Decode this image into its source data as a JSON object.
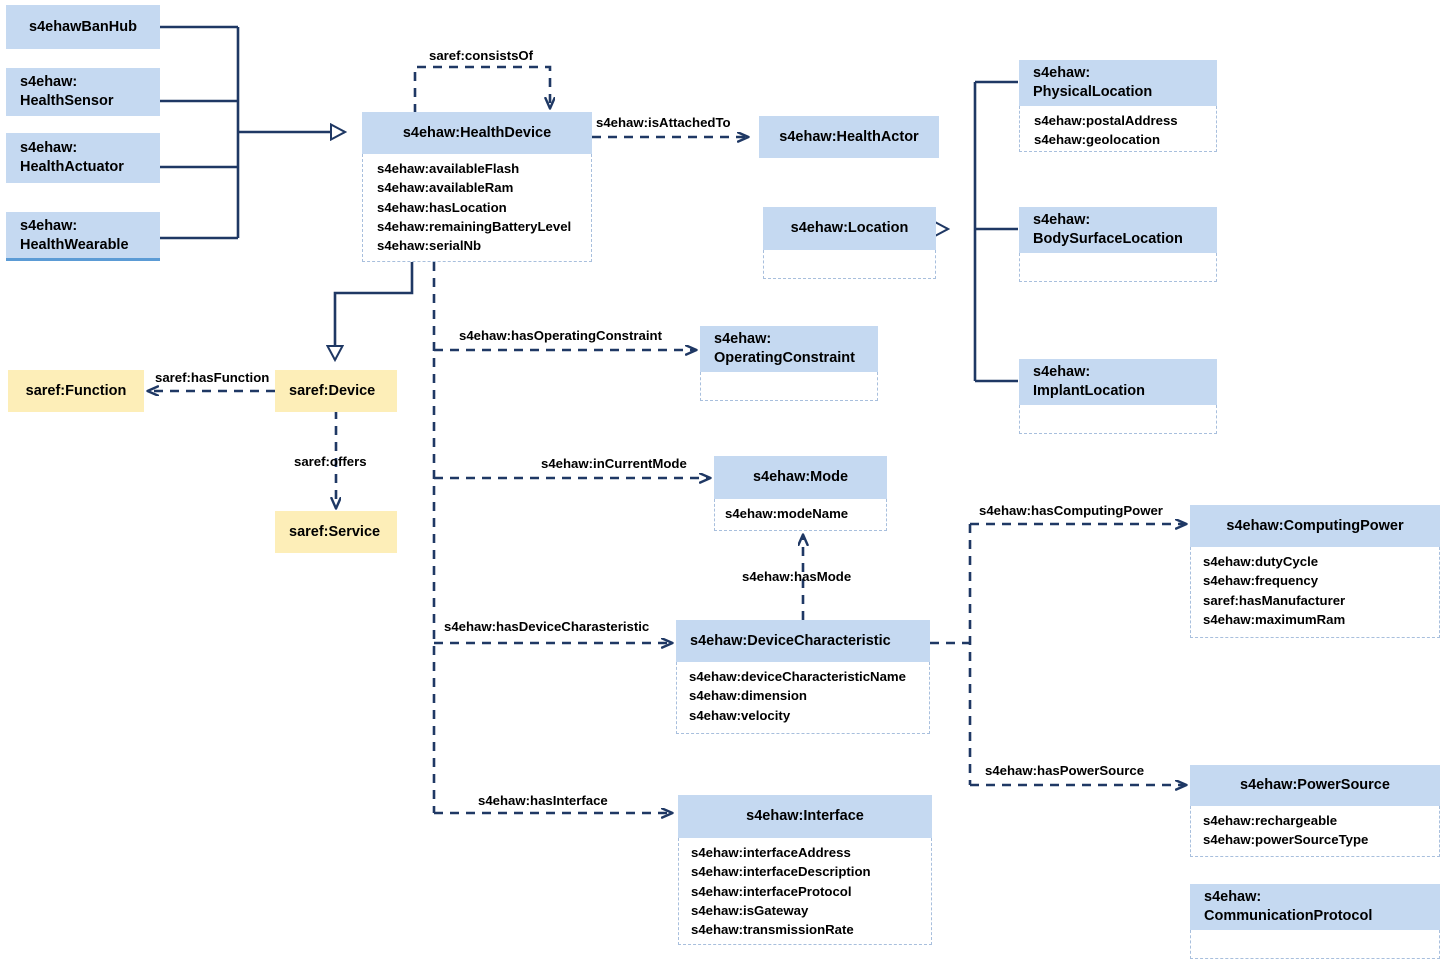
{
  "diagram": {
    "title": "s4ehaw ontology class diagram",
    "colors": {
      "class_header_fill": "#c5d9f1",
      "class_attr_border": "#a8bfdd",
      "saref_fill": "#fdeeb8",
      "line": "#1f3864",
      "background": "#ffffff"
    },
    "classes": [
      {
        "id": "banhub",
        "name_lines": [
          "s4ehawBanHub"
        ],
        "align": "center",
        "attributes": []
      },
      {
        "id": "health_sensor",
        "name_lines": [
          "s4ehaw:",
          "HealthSensor"
        ],
        "align": "left",
        "attributes": []
      },
      {
        "id": "health_actuator",
        "name_lines": [
          "s4ehaw:",
          "HealthActuator"
        ],
        "align": "left",
        "attributes": []
      },
      {
        "id": "health_wearable",
        "name_lines": [
          "s4ehaw:",
          "HealthWearable"
        ],
        "align": "left",
        "attributes": []
      },
      {
        "id": "health_device",
        "name_lines": [
          "s4ehaw:HealthDevice"
        ],
        "align": "center",
        "attributes": [
          "s4ehaw:availableFlash",
          "s4ehaw:availableRam",
          "s4ehaw:hasLocation",
          "s4ehaw:remainingBatteryLevel",
          "s4ehaw:serialNb"
        ]
      },
      {
        "id": "health_actor",
        "name_lines": [
          "s4ehaw:HealthActor"
        ],
        "align": "center",
        "attributes": []
      },
      {
        "id": "location",
        "name_lines": [
          "s4ehaw:Location"
        ],
        "align": "center",
        "attributes": []
      },
      {
        "id": "physical_location",
        "name_lines": [
          "s4ehaw:",
          "PhysicalLocation"
        ],
        "align": "left",
        "attributes": [
          "s4ehaw:postalAddress",
          "s4ehaw:geolocation"
        ]
      },
      {
        "id": "body_surface_location",
        "name_lines": [
          "s4ehaw:",
          "BodySurfaceLocation"
        ],
        "align": "left",
        "attributes": []
      },
      {
        "id": "implant_location",
        "name_lines": [
          "s4ehaw:",
          "ImplantLocation"
        ],
        "align": "left",
        "attributes": []
      },
      {
        "id": "operating_constraint",
        "name_lines": [
          "s4ehaw:",
          "OperatingConstraint"
        ],
        "align": "left",
        "attributes": []
      },
      {
        "id": "mode",
        "name_lines": [
          "s4ehaw:Mode"
        ],
        "align": "center",
        "attributes": [
          "s4ehaw:modeName"
        ]
      },
      {
        "id": "device_characteristic",
        "name_lines": [
          "s4ehaw:DeviceCharacteristic"
        ],
        "align": "left",
        "attributes": [
          "s4ehaw:deviceCharacteristicName",
          "s4ehaw:dimension",
          "s4ehaw:velocity"
        ]
      },
      {
        "id": "computing_power",
        "name_lines": [
          "s4ehaw:ComputingPower"
        ],
        "align": "center",
        "attributes": [
          "s4ehaw:dutyCycle",
          "s4ehaw:frequency",
          "saref:hasManufacturer",
          "s4ehaw:maximumRam"
        ]
      },
      {
        "id": "interface",
        "name_lines": [
          "s4ehaw:Interface"
        ],
        "align": "center",
        "attributes": [
          "s4ehaw:interfaceAddress",
          "s4ehaw:interfaceDescription",
          "s4ehaw:interfaceProtocol",
          "s4ehaw:isGateway",
          "s4ehaw:transmissionRate"
        ]
      },
      {
        "id": "power_source",
        "name_lines": [
          "s4ehaw:PowerSource"
        ],
        "align": "center",
        "attributes": [
          "s4ehaw:rechargeable",
          "s4ehaw:powerSourceType"
        ]
      },
      {
        "id": "communication_protocol",
        "name_lines": [
          "s4ehaw:",
          "CommunicationProtocol"
        ],
        "align": "left",
        "attributes": []
      }
    ],
    "saref_classes": [
      {
        "id": "saref_function",
        "label": "saref:Function",
        "align": "center"
      },
      {
        "id": "saref_device",
        "label": "saref:Device",
        "align": "left"
      },
      {
        "id": "saref_service",
        "label": "saref:Service",
        "align": "left"
      }
    ],
    "relations": [
      {
        "id": "consists_of",
        "label": "saref:consistsOf",
        "kind": "dashed-arrow"
      },
      {
        "id": "is_attached_to",
        "label": "s4ehaw:isAttachedTo",
        "kind": "dashed-arrow"
      },
      {
        "id": "has_function",
        "label": "saref:hasFunction",
        "kind": "dashed-arrow"
      },
      {
        "id": "offers",
        "label": "saref:offers",
        "kind": "dashed-arrow"
      },
      {
        "id": "has_operating_constraint",
        "label": "s4ehaw:hasOperatingConstraint",
        "kind": "dashed-arrow"
      },
      {
        "id": "in_current_mode",
        "label": "s4ehaw:inCurrentMode",
        "kind": "dashed-arrow"
      },
      {
        "id": "has_mode",
        "label": "s4ehaw:hasMode",
        "kind": "dashed-arrow"
      },
      {
        "id": "has_device_charasteristic",
        "label": "s4ehaw:hasDeviceCharasteristic",
        "kind": "dashed-arrow"
      },
      {
        "id": "has_computing_power",
        "label": "s4ehaw:hasComputingPower",
        "kind": "dashed-arrow"
      },
      {
        "id": "has_power_source",
        "label": "s4ehaw:hasPowerSource",
        "kind": "dashed-arrow"
      },
      {
        "id": "has_interface",
        "label": "s4ehaw:hasInterface",
        "kind": "dashed-arrow"
      },
      {
        "id": "generalization_to_health_device",
        "label": "",
        "kind": "solid-hollow-triangle"
      },
      {
        "id": "generalization_to_saref_device",
        "label": "",
        "kind": "solid-hollow-triangle"
      },
      {
        "id": "generalization_to_location",
        "label": "",
        "kind": "solid-hollow-triangle"
      }
    ]
  }
}
